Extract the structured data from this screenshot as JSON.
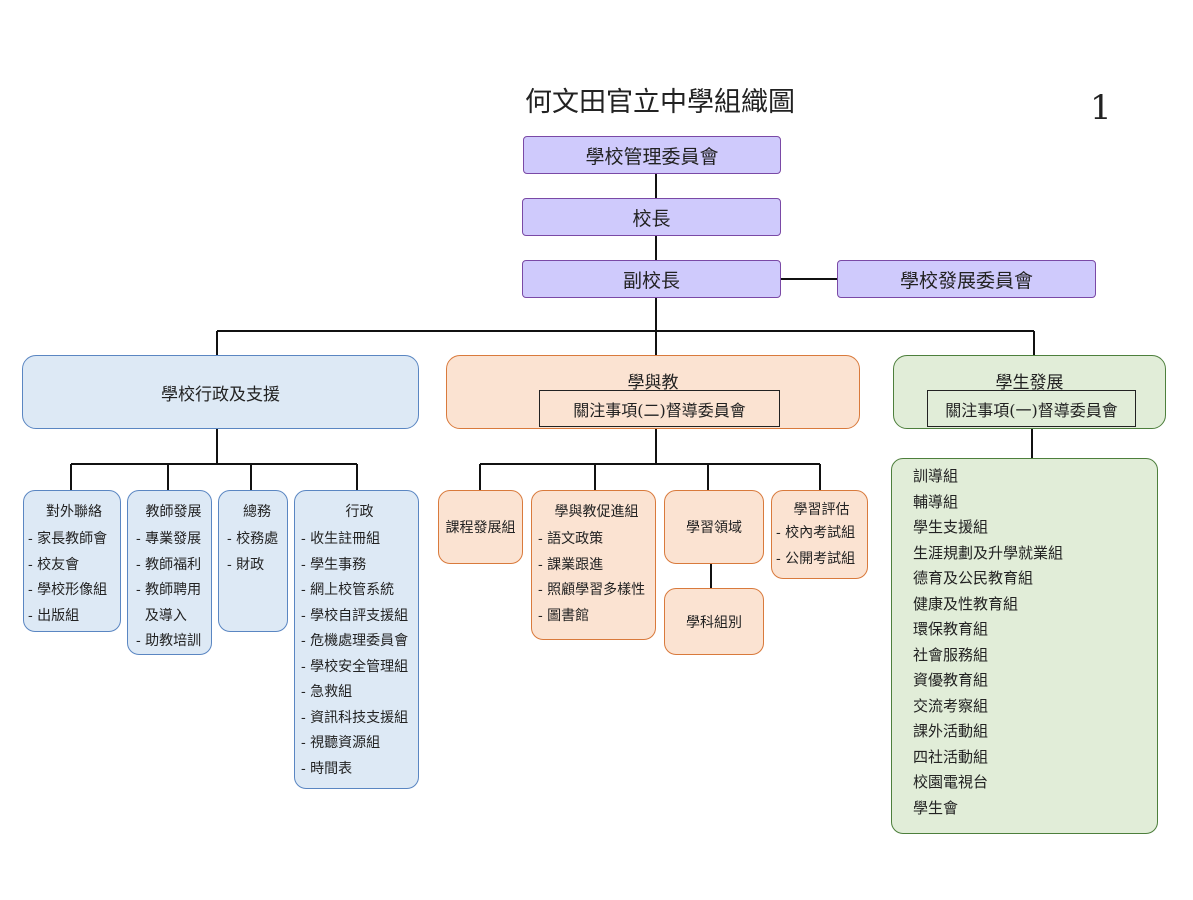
{
  "title": "何文田官立中學組織圖",
  "page_number": "1",
  "top": {
    "management_committee": "學校管理委員會",
    "principal": "校長",
    "vice_principal": "副校長",
    "development_committee": "學校發展委員會"
  },
  "branches": {
    "admin": "學校行政及支援",
    "teaching": {
      "label": "學與教",
      "inner": "關注事項(二)督導委員會"
    },
    "student": {
      "label": "學生發展",
      "inner": "關注事項(一)督導委員會"
    }
  },
  "admin_units": {
    "external": {
      "heading": "對外聯絡",
      "items": [
        "- 家長教師會",
        "- 校友會",
        "- 學校形像組",
        "- 出版組"
      ]
    },
    "teacher_dev": {
      "heading": "教師發展",
      "items": [
        "- 專業發展",
        "- 教師福利",
        "- 教師聘用",
        "  及導入",
        "- 助教培訓"
      ]
    },
    "general": {
      "heading": "總務",
      "items": [
        "- 校務處",
        "- 財政"
      ]
    },
    "administration": {
      "heading": "行政",
      "items": [
        "- 收生註冊組",
        "- 學生事務",
        "- 網上校管系統",
        "- 學校自評支援組",
        "- 危機處理委員會",
        "- 學校安全管理組",
        "- 急救組",
        "- 資訊科技支援組",
        "- 視聽資源組",
        "- 時間表"
      ]
    }
  },
  "teaching_units": {
    "curriculum": "課程發展組",
    "promotion": {
      "heading": "學與教促進組",
      "items": [
        "- 語文政策",
        "- 課業跟進",
        "- 照顧學習多樣性",
        "- 圖書館"
      ]
    },
    "kla": "學習領域",
    "subjects": "學科組別",
    "assessment": {
      "heading": "學習評估",
      "items": [
        "- 校內考試組",
        "- 公開考試組"
      ]
    }
  },
  "student_units": [
    "訓導組",
    "輔導組",
    "學生支援組",
    "生涯規劃及升學就業組",
    "德育及公民教育組",
    "健康及性教育組",
    "環保教育組",
    "社會服務組",
    "資優教育組",
    "交流考察組",
    "課外活動組",
    "四社活動組",
    "校園電視台",
    "學生會"
  ],
  "colors": {
    "top_fill": "#cfcafc",
    "top_border": "#7a49a6",
    "admin_fill": "#dde9f5",
    "admin_border": "#5a86c2",
    "teach_fill": "#fbe3d2",
    "teach_border": "#d97a3c",
    "student_fill": "#e1edd8",
    "student_border": "#4d7f3c"
  }
}
